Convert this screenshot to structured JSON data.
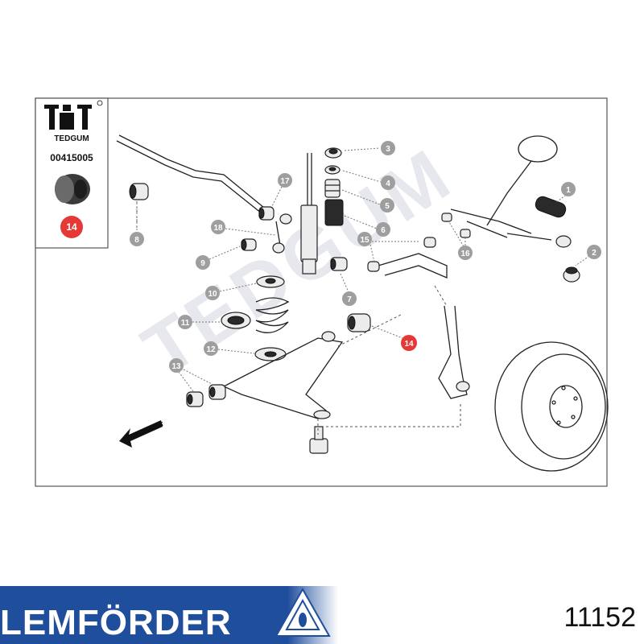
{
  "frame": {
    "border_color": "#555555"
  },
  "inset": {
    "brand": "TEDGUM",
    "part_number": "00415005",
    "highlight_callout": "14",
    "highlight_color": "#e53935"
  },
  "watermark": "TEDGUM",
  "diagram": {
    "front_label": "FRONT",
    "callouts": [
      "1",
      "2",
      "3",
      "4",
      "5",
      "6",
      "7",
      "8",
      "9",
      "10",
      "11",
      "12",
      "13",
      "14",
      "15",
      "16",
      "17",
      "18"
    ],
    "callout_color": "#9e9e9e"
  },
  "footer": {
    "brand": "LEMFÖRDER",
    "part_number": "11152",
    "brand_bar_color": "#1f4e9c"
  }
}
